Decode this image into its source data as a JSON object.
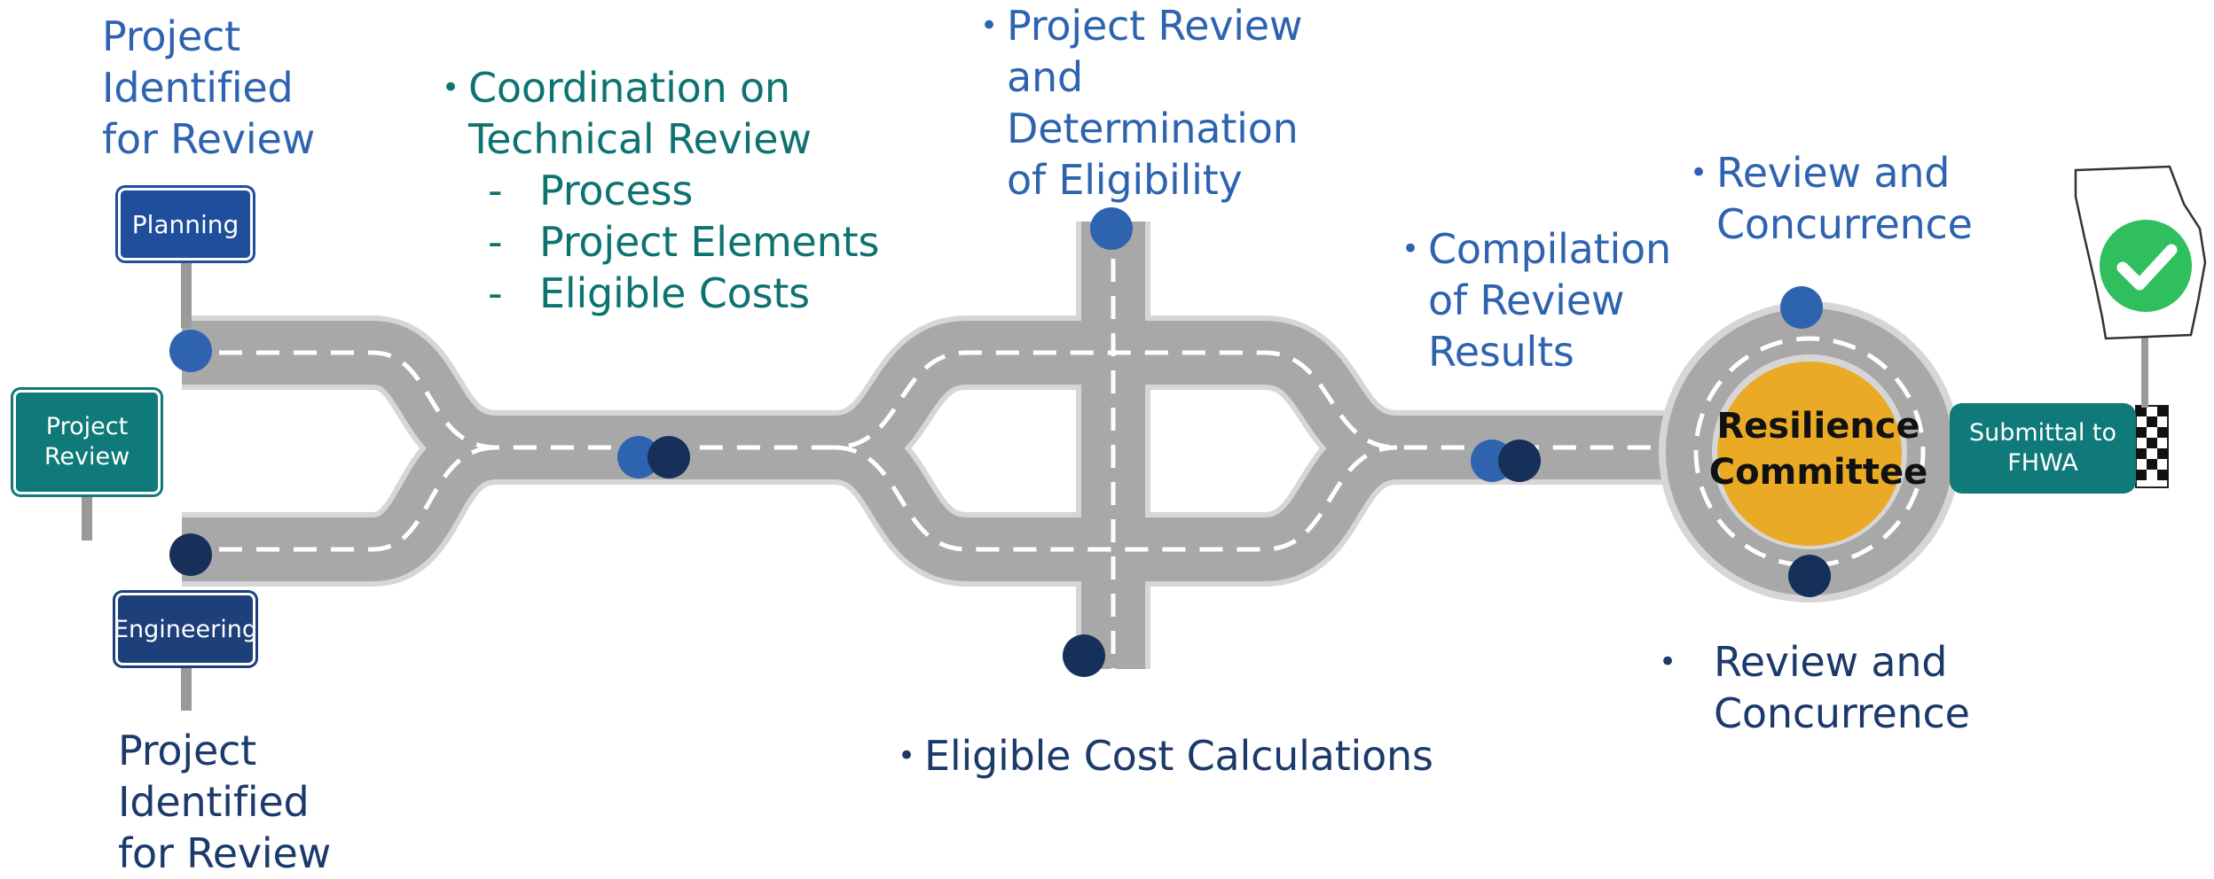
{
  "signs": {
    "planning": "Planning",
    "project_review": "Project\nReview",
    "engineering": "Engineering"
  },
  "labels": {
    "top_left": "Project\nIdentified\nfor Review",
    "bottom_left": "Project\nIdentified\nfor Review",
    "coordination": {
      "bullet": "Coordination on\nTechnical Review",
      "items": [
        "Process",
        "Project Elements",
        "Eligible Costs"
      ]
    },
    "determination": "Project Review\nand\nDetermination\nof Eligibility",
    "eligible_costs": "Eligible Cost Calculations",
    "compilation": "Compilation\nof Review\nResults",
    "review_top": "Review and\nConcurrence",
    "review_bottom": "Review and\nConcurrence"
  },
  "roundabout": {
    "label": "Resilience\nCommittee"
  },
  "submittal": "Submittal to\nFHWA",
  "colors": {
    "blue_dot": "#2e63b0",
    "navy_dot": "#17305a",
    "road": "#a8a8a8",
    "road_edge": "#d9d9d9",
    "center": "#ebaa25",
    "check": "#2fbf5f"
  }
}
